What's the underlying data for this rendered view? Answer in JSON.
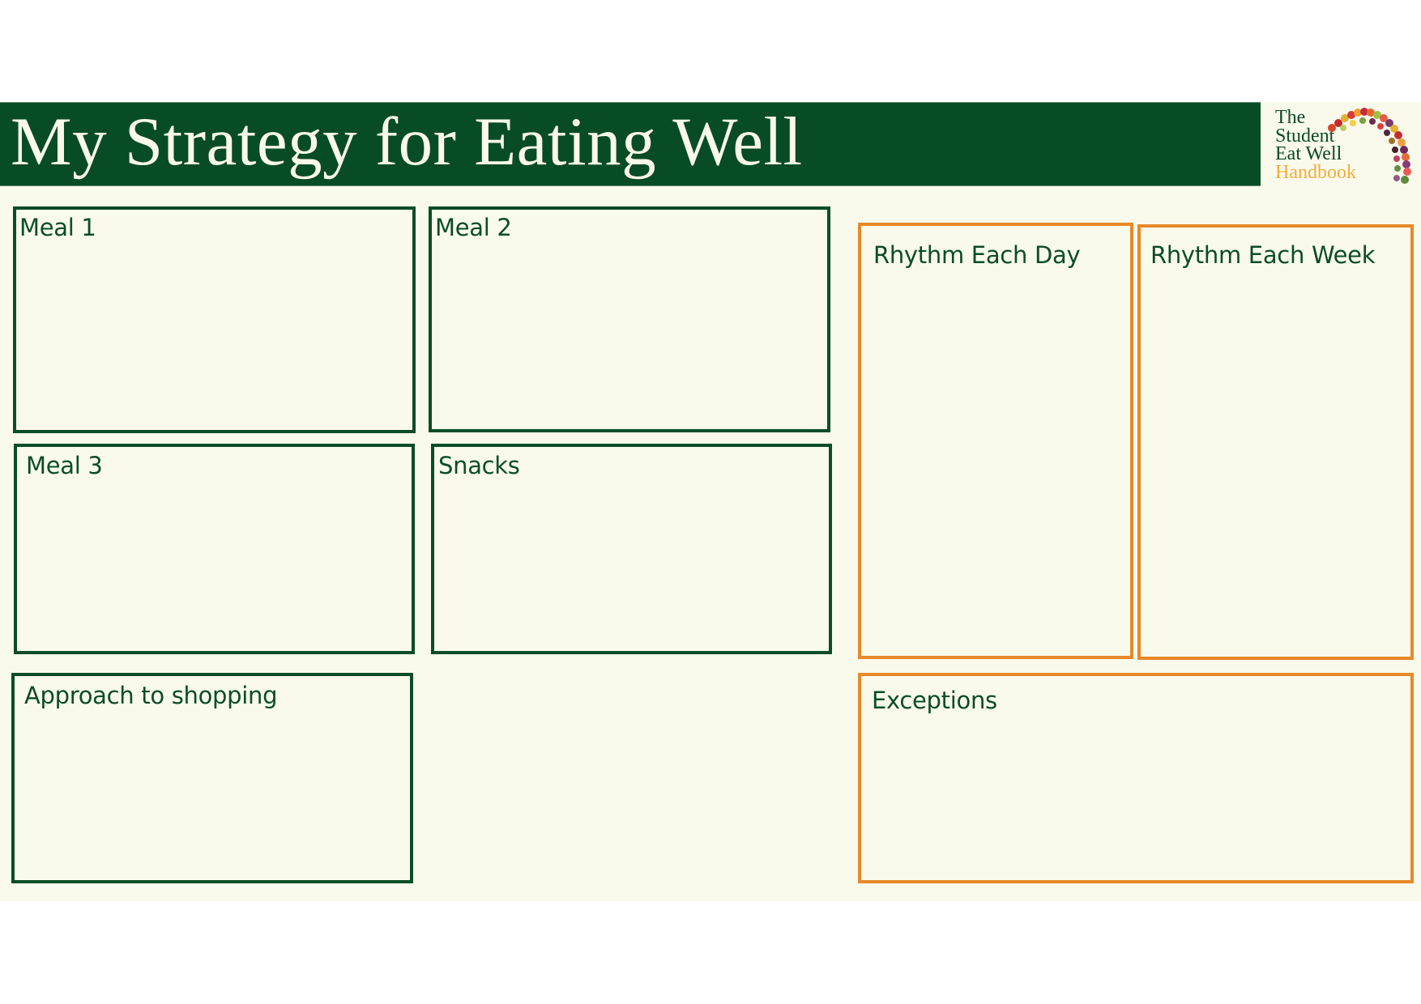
{
  "header": {
    "title": "My Strategy for Eating Well",
    "background_color": "#084C26",
    "text_color": "#FAF9EA"
  },
  "logo": {
    "lines": [
      "The",
      "Student",
      "Eat Well",
      "Handbook"
    ],
    "primary_color": "#0B4A28",
    "accent_color": "#F2AE3B",
    "icon": "fruit-vegetable-rainbow-arc"
  },
  "colors": {
    "page_background": "#FAFAEC",
    "green_border": "#0A4D27",
    "orange_border": "#E8892A"
  },
  "sections": {
    "meal1": {
      "label": "Meal 1",
      "content": ""
    },
    "meal2": {
      "label": "Meal 2",
      "content": ""
    },
    "meal3": {
      "label": "Meal 3",
      "content": ""
    },
    "snacks": {
      "label": "Snacks",
      "content": ""
    },
    "shopping": {
      "label": "Approach to shopping",
      "content": ""
    },
    "rhythm_day": {
      "label": "Rhythm Each Day",
      "content": ""
    },
    "rhythm_week": {
      "label": "Rhythm Each Week",
      "content": ""
    },
    "exceptions": {
      "label": "Exceptions",
      "content": ""
    }
  }
}
